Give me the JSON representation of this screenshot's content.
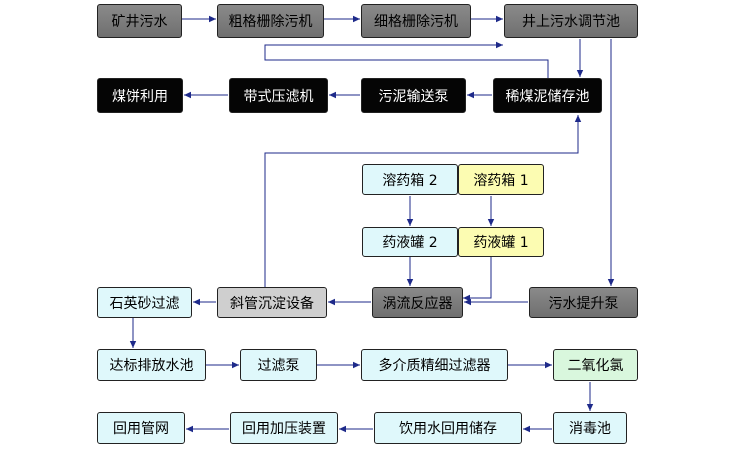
{
  "nodes": {
    "mine_sewage": "矿井污水",
    "coarse_grille": "粗格栅除污机",
    "fine_grille": "细格栅除污机",
    "surface_tank": "井上污水调节池",
    "coal_briquette": "煤饼利用",
    "belt_press": "带式压滤机",
    "sludge_pump": "污泥输送泵",
    "slime_tank": "稀煤泥储存池",
    "dosing_box_2": "溶药箱 2",
    "dosing_box_1": "溶药箱 1",
    "chem_tank_2": "药液罐 2",
    "chem_tank_1": "药液罐 1",
    "quartz_filter": "石英砂过滤",
    "inclined_tube": "斜管沉淀设备",
    "vortex_reactor": "涡流反应器",
    "lift_pump": "污水提升泵",
    "discharge_tank": "达标排放水池",
    "filter_pump": "过滤泵",
    "multimedia_filter": "多介质精细过滤器",
    "chlorine_dioxide": "二氧化氯",
    "reuse_network": "回用管网",
    "pressure_device": "回用加压装置",
    "drinking_storage": "饮用水回用储存",
    "disinfection_tank": "消毒池"
  },
  "colors": {
    "main_flow": "#7a7a7a",
    "sludge": "#000000",
    "filtration": "#dff8fb",
    "dosing": "#fcfcb2",
    "disinfectant": "#d9f7dd",
    "settling": "#cfcfcf"
  }
}
